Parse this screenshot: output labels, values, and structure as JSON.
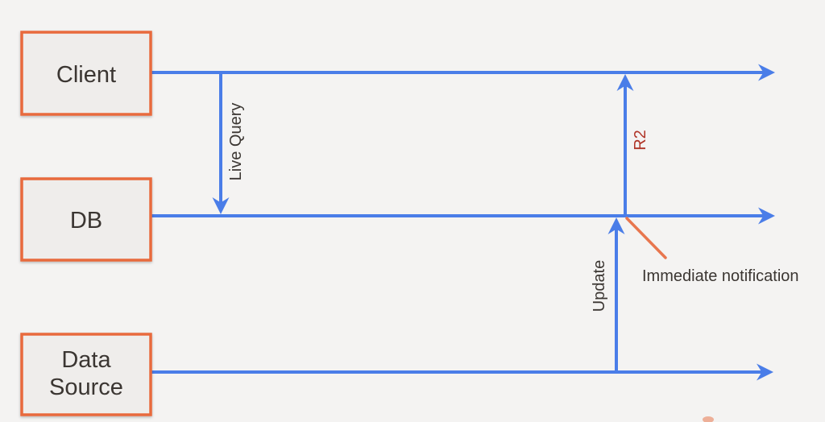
{
  "boxes": {
    "client": "Client",
    "db": "DB",
    "data_source_line1": "Data",
    "data_source_line2": "Source"
  },
  "labels": {
    "live_query": "Live Query",
    "r2": "R2",
    "update": "Update",
    "immediate_notification": "Immediate notification"
  },
  "colors": {
    "arrow_blue": "#4a7de8",
    "box_border_orange": "#e86b3c",
    "annotation_orange": "#e8764e",
    "r2_red": "#b03427",
    "text_dark": "#3b3632",
    "background": "#f4f3f2",
    "box_fill": "#efedeb"
  }
}
